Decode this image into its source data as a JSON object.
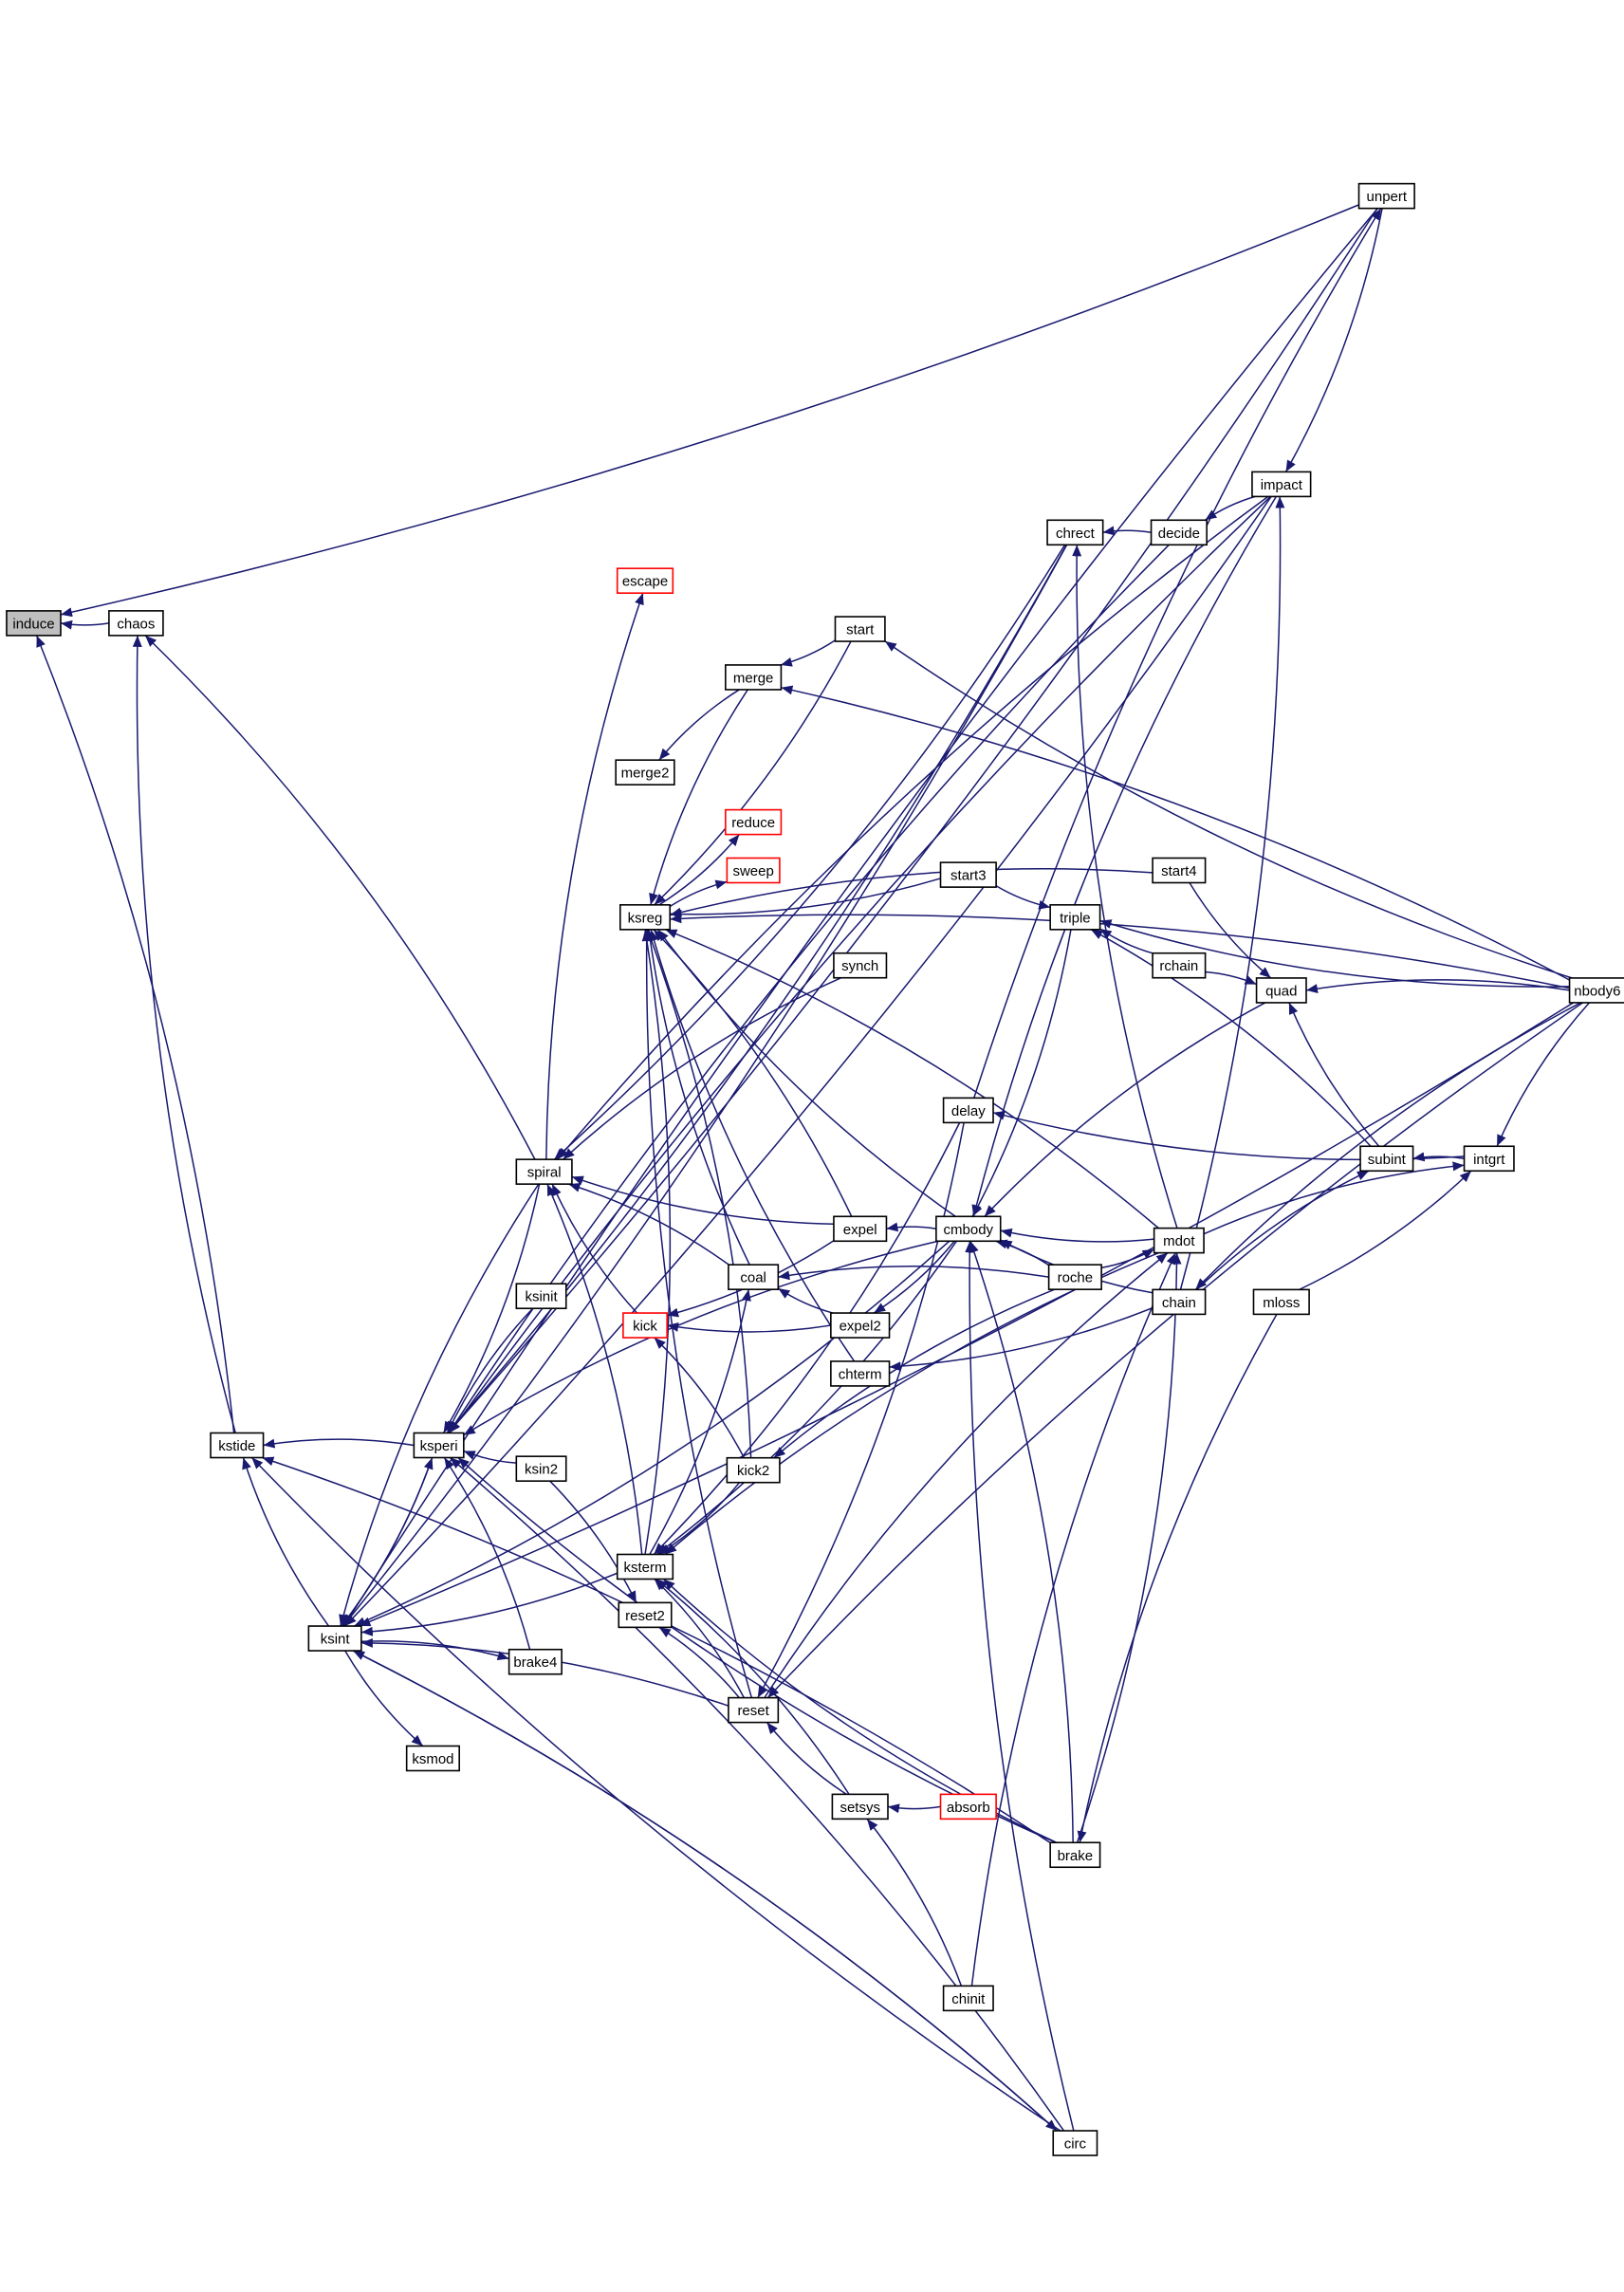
{
  "graph": {
    "type": "call-graph",
    "edge_color": "#191970",
    "root_fill": "#bfbfbf",
    "truncated_border": "#ff0000",
    "nodes": [
      {
        "id": "induce",
        "label": "induce",
        "root": true
      },
      {
        "id": "chaos",
        "label": "chaos"
      },
      {
        "id": "kstide",
        "label": "kstide"
      },
      {
        "id": "ksint",
        "label": "ksint"
      },
      {
        "id": "ksperi",
        "label": "ksperi"
      },
      {
        "id": "ksmod",
        "label": "ksmod"
      },
      {
        "id": "brake4",
        "label": "brake4"
      },
      {
        "id": "ksin2",
        "label": "ksin2"
      },
      {
        "id": "ksinit",
        "label": "ksinit"
      },
      {
        "id": "spiral",
        "label": "spiral"
      },
      {
        "id": "escape",
        "label": "escape",
        "truncated": true
      },
      {
        "id": "merge2",
        "label": "merge2"
      },
      {
        "id": "ksreg",
        "label": "ksreg"
      },
      {
        "id": "kick",
        "label": "kick",
        "truncated": true
      },
      {
        "id": "ksterm",
        "label": "ksterm"
      },
      {
        "id": "reset2",
        "label": "reset2"
      },
      {
        "id": "reduce",
        "label": "reduce",
        "truncated": true
      },
      {
        "id": "sweep",
        "label": "sweep",
        "truncated": true
      },
      {
        "id": "merge",
        "label": "merge"
      },
      {
        "id": "coal",
        "label": "coal"
      },
      {
        "id": "kick2",
        "label": "kick2"
      },
      {
        "id": "reset",
        "label": "reset"
      },
      {
        "id": "start",
        "label": "start"
      },
      {
        "id": "synch",
        "label": "synch"
      },
      {
        "id": "expel",
        "label": "expel"
      },
      {
        "id": "expel2",
        "label": "expel2"
      },
      {
        "id": "chterm",
        "label": "chterm"
      },
      {
        "id": "setsys",
        "label": "setsys"
      },
      {
        "id": "absorb",
        "label": "absorb",
        "truncated": true
      },
      {
        "id": "start3",
        "label": "start3"
      },
      {
        "id": "delay",
        "label": "delay"
      },
      {
        "id": "cmbody",
        "label": "cmbody"
      },
      {
        "id": "chinit",
        "label": "chinit"
      },
      {
        "id": "chrect",
        "label": "chrect"
      },
      {
        "id": "triple",
        "label": "triple"
      },
      {
        "id": "roche",
        "label": "roche"
      },
      {
        "id": "brake",
        "label": "brake"
      },
      {
        "id": "circ",
        "label": "circ"
      },
      {
        "id": "decide",
        "label": "decide"
      },
      {
        "id": "start4",
        "label": "start4"
      },
      {
        "id": "rchain",
        "label": "rchain"
      },
      {
        "id": "mdot",
        "label": "mdot"
      },
      {
        "id": "chain",
        "label": "chain"
      },
      {
        "id": "mloss",
        "label": "mloss"
      },
      {
        "id": "impact",
        "label": "impact"
      },
      {
        "id": "quad",
        "label": "quad"
      },
      {
        "id": "subint",
        "label": "subint"
      },
      {
        "id": "intgrt",
        "label": "intgrt"
      },
      {
        "id": "unpert",
        "label": "unpert"
      },
      {
        "id": "nbody6",
        "label": "nbody6"
      }
    ],
    "edges": [
      [
        "chaos",
        "induce"
      ],
      [
        "kstide",
        "induce"
      ],
      [
        "unpert",
        "induce"
      ],
      [
        "spiral",
        "chaos"
      ],
      [
        "kstide",
        "chaos"
      ],
      [
        "ksperi",
        "kstide"
      ],
      [
        "ksint",
        "kstide"
      ],
      [
        "brake",
        "kstide"
      ],
      [
        "circ",
        "kstide"
      ],
      [
        "ksint",
        "ksperi"
      ],
      [
        "ksperi",
        "ksint"
      ],
      [
        "brake4",
        "ksperi"
      ],
      [
        "ksin2",
        "ksperi"
      ],
      [
        "ksinit",
        "ksperi"
      ],
      [
        "spiral",
        "ksperi"
      ],
      [
        "impact",
        "ksperi"
      ],
      [
        "unpert",
        "ksperi"
      ],
      [
        "decide",
        "ksperi"
      ],
      [
        "chrect",
        "ksperi"
      ],
      [
        "cmbody",
        "ksperi"
      ],
      [
        "brake",
        "ksperi"
      ],
      [
        "circ",
        "ksperi"
      ],
      [
        "ksint",
        "brake4"
      ],
      [
        "ksint",
        "ksmod"
      ],
      [
        "ksterm",
        "ksint"
      ],
      [
        "reset",
        "ksint"
      ],
      [
        "cmbody",
        "ksint"
      ],
      [
        "circ",
        "ksint"
      ],
      [
        "nbody6",
        "ksint"
      ],
      [
        "spiral",
        "ksint"
      ],
      [
        "impact",
        "ksint"
      ],
      [
        "unpert",
        "ksint"
      ],
      [
        "chrect",
        "ksint"
      ],
      [
        "impact",
        "spiral"
      ],
      [
        "chrect",
        "spiral"
      ],
      [
        "synch",
        "spiral"
      ],
      [
        "expel",
        "spiral"
      ],
      [
        "coal",
        "spiral"
      ],
      [
        "kick",
        "spiral"
      ],
      [
        "ksterm",
        "spiral"
      ],
      [
        "spiral",
        "escape"
      ],
      [
        "merge",
        "merge2"
      ],
      [
        "start",
        "merge"
      ],
      [
        "nbody6",
        "merge"
      ],
      [
        "nbody6",
        "start"
      ],
      [
        "ksreg",
        "reduce"
      ],
      [
        "ksreg",
        "sweep"
      ],
      [
        "merge",
        "ksreg"
      ],
      [
        "start",
        "ksreg"
      ],
      [
        "start4",
        "ksreg"
      ],
      [
        "start3",
        "ksreg"
      ],
      [
        "mdot",
        "ksreg"
      ],
      [
        "cmbody",
        "ksreg"
      ],
      [
        "expel",
        "ksreg"
      ],
      [
        "coal",
        "ksreg"
      ],
      [
        "kick2",
        "ksreg"
      ],
      [
        "chterm",
        "ksreg"
      ],
      [
        "ksterm",
        "ksreg"
      ],
      [
        "reset",
        "ksreg"
      ],
      [
        "nbody6",
        "ksreg"
      ],
      [
        "expel2",
        "kick"
      ],
      [
        "kick2",
        "kick"
      ],
      [
        "expel",
        "kick"
      ],
      [
        "roche",
        "coal"
      ],
      [
        "expel2",
        "coal"
      ],
      [
        "ksterm",
        "coal"
      ],
      [
        "kick2",
        "ksterm"
      ],
      [
        "reset",
        "ksterm"
      ],
      [
        "cmbody",
        "ksterm"
      ],
      [
        "mdot",
        "ksterm"
      ],
      [
        "brake",
        "ksterm"
      ],
      [
        "setsys",
        "ksterm"
      ],
      [
        "delay",
        "ksterm"
      ],
      [
        "cmbody",
        "expel"
      ],
      [
        "cmbody",
        "expel2"
      ],
      [
        "roche",
        "cmbody"
      ],
      [
        "chain",
        "cmbody"
      ],
      [
        "brake",
        "cmbody"
      ],
      [
        "circ",
        "cmbody"
      ],
      [
        "quad",
        "cmbody"
      ],
      [
        "triple",
        "cmbody"
      ],
      [
        "impact",
        "cmbody"
      ],
      [
        "mdot",
        "cmbody"
      ],
      [
        "decide",
        "chrect"
      ],
      [
        "mdot",
        "chrect"
      ],
      [
        "impact",
        "decide"
      ],
      [
        "unpert",
        "impact"
      ],
      [
        "chain",
        "impact"
      ],
      [
        "delay",
        "unpert"
      ],
      [
        "start3",
        "triple"
      ],
      [
        "rchain",
        "triple"
      ],
      [
        "subint",
        "triple"
      ],
      [
        "nbody6",
        "triple"
      ],
      [
        "start4",
        "quad"
      ],
      [
        "rchain",
        "quad"
      ],
      [
        "nbody6",
        "quad"
      ],
      [
        "subint",
        "quad"
      ],
      [
        "intgrt",
        "subint"
      ],
      [
        "chain",
        "subint"
      ],
      [
        "nbody6",
        "intgrt"
      ],
      [
        "mdot",
        "intgrt"
      ],
      [
        "mloss",
        "intgrt"
      ],
      [
        "intgrt",
        "delay"
      ],
      [
        "roche",
        "mdot"
      ],
      [
        "chinit",
        "mdot"
      ],
      [
        "brake",
        "mdot"
      ],
      [
        "reset",
        "mdot"
      ],
      [
        "nbody6",
        "chain"
      ],
      [
        "chain",
        "chterm"
      ],
      [
        "roche",
        "kick2"
      ],
      [
        "absorb",
        "setsys"
      ],
      [
        "chinit",
        "setsys"
      ],
      [
        "setsys",
        "reset"
      ],
      [
        "reset",
        "reset2"
      ],
      [
        "ksin2",
        "reset2"
      ],
      [
        "nbody6",
        "reset"
      ],
      [
        "delay",
        "reset"
      ],
      [
        "mloss",
        "brake"
      ],
      [
        "ksint",
        "circ"
      ]
    ]
  }
}
